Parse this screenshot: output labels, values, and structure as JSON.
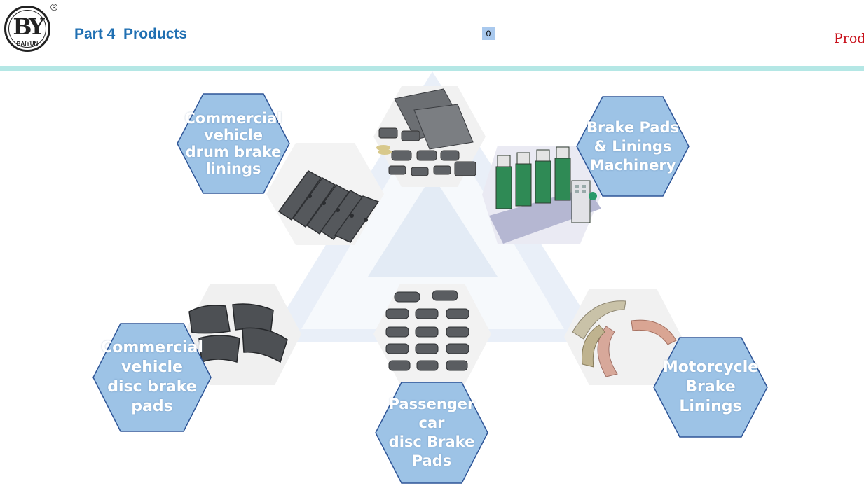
{
  "header": {
    "logo_monogram": "BY",
    "logo_brand": "BAIYUN",
    "logo_registered": "®",
    "title": "Part 4  Products",
    "page_number": "0",
    "right_text": "Prod"
  },
  "colors": {
    "title_blue": "#1f6fb2",
    "hex_fill": "#9dc3e6",
    "hex_stroke": "#2e5597",
    "teal_bar": "#b4e7e5",
    "header_right_red": "#c8101a"
  },
  "products": [
    {
      "label": "Commercial\nvehicle\ndrum brake\nlinings",
      "image": "drum-brake-linings-photo"
    },
    {
      "label": "Brake Pads\n& Linings\nMachinery",
      "image": "machinery-photo"
    },
    {
      "label": "Commercial\nvehicle\ndisc brake\npads",
      "image": "commercial-disc-pads-photo"
    },
    {
      "label": "Passenger\ncar\ndisc Brake\nPads",
      "image": "passenger-disc-pads-photo"
    },
    {
      "label": "Motorcycle\nBrake\nLinings",
      "image": "motorcycle-linings-photo"
    }
  ],
  "center_image": "brake-products-collage-photo"
}
